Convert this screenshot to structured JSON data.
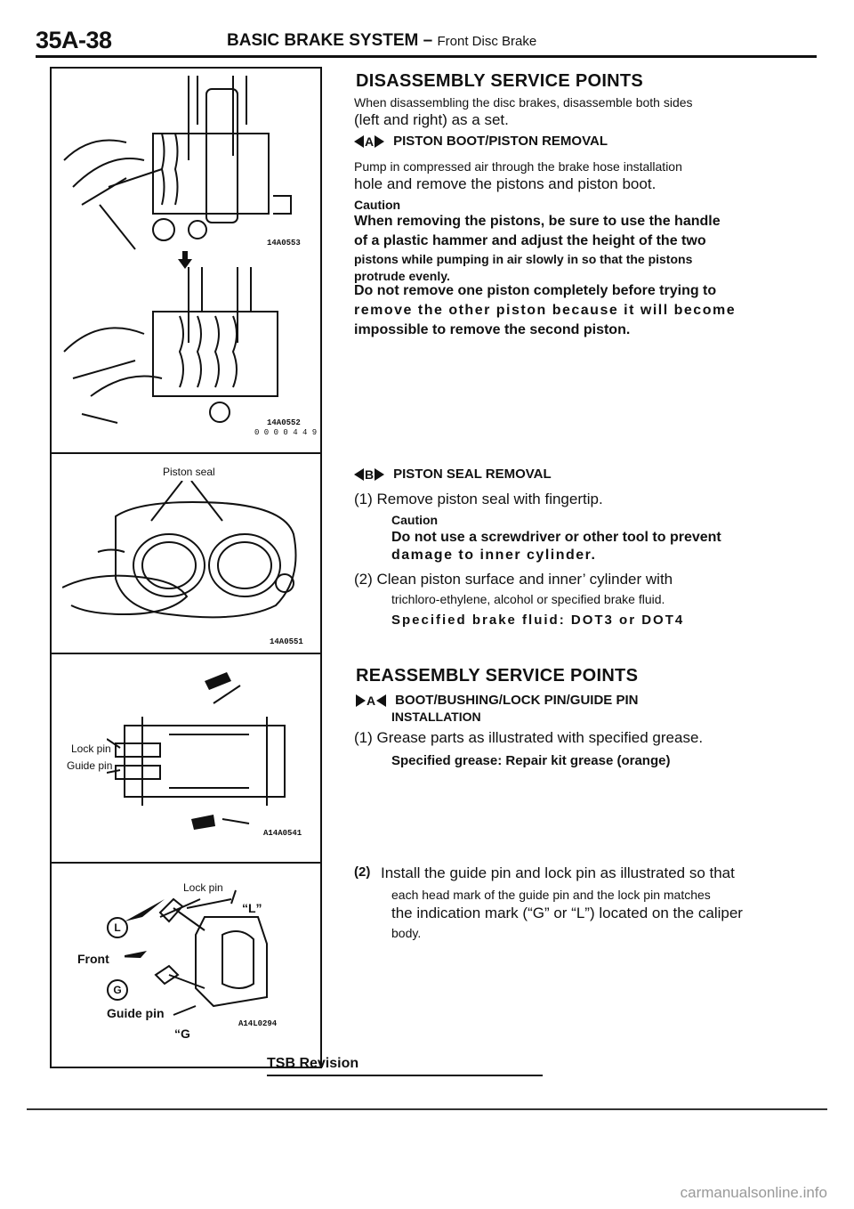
{
  "header": {
    "page_number": "35A-38",
    "title": "BASIC BRAKE SYSTEM –",
    "subtitle": "Front Disc Brake"
  },
  "figures": {
    "fig1_code": "14A0553",
    "fig2_code": "14A0552",
    "fig2_ref": "0 0 0 0 4 4 9",
    "fig3_label": "Piston seal",
    "fig3_code": "14A0551",
    "fig4_lock": "Lock  pin",
    "fig4_guide": "Guide  pin",
    "fig4_code": "A14A0541",
    "fig5_lock": "Lock  pin",
    "fig5_L": "“L”",
    "fig5_front": "Front",
    "fig5_guide": "Guide pin",
    "fig5_G": "“G",
    "fig5_code": "A14L0294",
    "circle_L": "L",
    "circle_G": "G"
  },
  "section1": {
    "heading": "DISASSEMBLY SERVICE POINTS",
    "intro_line1": "When disassembling the disc brakes, disassemble both sides",
    "intro_line2": "(left and right) as a set.",
    "a_marker": "A",
    "a_title": "PISTON BOOT/PISTON REMOVAL",
    "a_line1": "Pump in compressed air through the brake hose installation",
    "a_line2": "hole and remove the pistons and piston boot.",
    "caution_label": "Caution",
    "caution1": "When removing the pistons, be sure to use the handle",
    "caution2": "of a plastic hammer and adjust the height of the two",
    "caution3": "pistons while pumping in air slowly in so that the pistons",
    "caution4": "protrude evenly.",
    "caution5": "Do not remove one piston completely before trying to",
    "caution6": "remove the other piston because it will become",
    "caution7": "impossible to remove the second piston.",
    "b_marker": "B",
    "b_title": "PISTON SEAL REMOVAL",
    "b_step1": "(1) Remove piston seal with fingertip.",
    "b_caution_label": "Caution",
    "b_caution1": "Do not use a screwdriver or other tool to prevent",
    "b_caution2": "damage to inner cylinder.",
    "b_step2": "(2) Clean piston surface and inner’ cylinder with",
    "b_step2b": "trichloro-ethylene, alcohol or specified brake fluid.",
    "b_spec": "Specified brake fluid: DOT3 or DOT4"
  },
  "section2": {
    "heading": "REASSEMBLY SERVICE POINTS",
    "a_marker": "A",
    "a_title1": "BOOT/BUSHING/LOCK PIN/GUIDE PIN",
    "a_title2": "INSTALLATION",
    "step1": "(1) Grease parts as illustrated with specified grease.",
    "step1_spec": "Specified grease: Repair kit grease (orange)",
    "step2_line1": "Install the guide pin and lock pin as illustrated so that",
    "step2_num": "(2)",
    "step2_line2": "each head mark of the guide pin and the lock pin matches",
    "step2_line3": "the indication mark (“G” or “L”) located on the caliper",
    "step2_line4": "body."
  },
  "footer": {
    "tsb": "TSB Revision",
    "watermark": "carmanualsonline.info"
  }
}
